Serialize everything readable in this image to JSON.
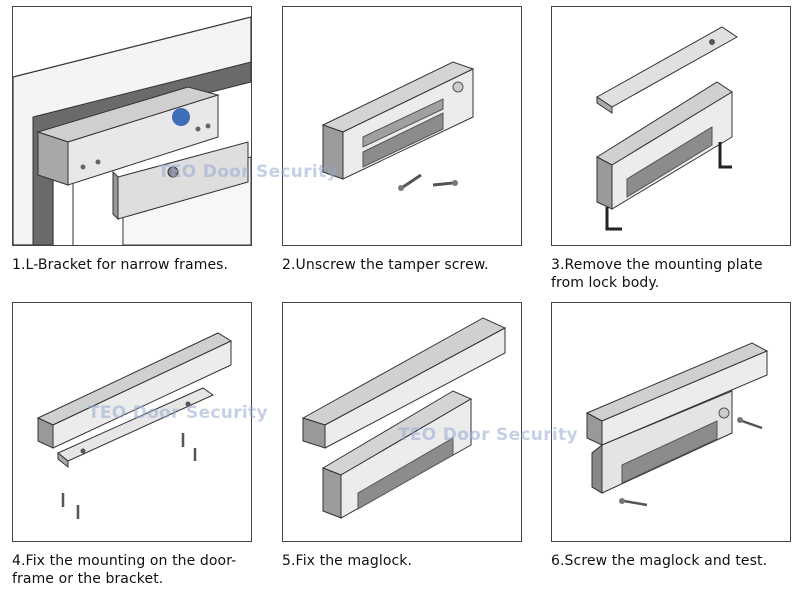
{
  "steps": [
    {
      "line1": "1.L-Bracket for narrow frames.",
      "line2": ""
    },
    {
      "line1": "2.Unscrew the tamper screw.",
      "line2": ""
    },
    {
      "line1": "3.Remove the mounting plate",
      "line2": "from lock body."
    },
    {
      "line1": "4.Fix the mounting on the door-",
      "line2": "frame or the bracket."
    },
    {
      "line1": "5.Fix the maglock.",
      "line2": ""
    },
    {
      "line1": "6.Screw the maglock and test.",
      "line2": ""
    }
  ],
  "watermarks": [
    "TEO Door Security",
    "TEO Door Security",
    "TEO Door Security"
  ],
  "colors": {
    "border": "#444444",
    "metal_light": "#e4e4e4",
    "metal_mid": "#bdbdbd",
    "metal_dark": "#7c7c7c",
    "watermark": "#96aad2"
  }
}
